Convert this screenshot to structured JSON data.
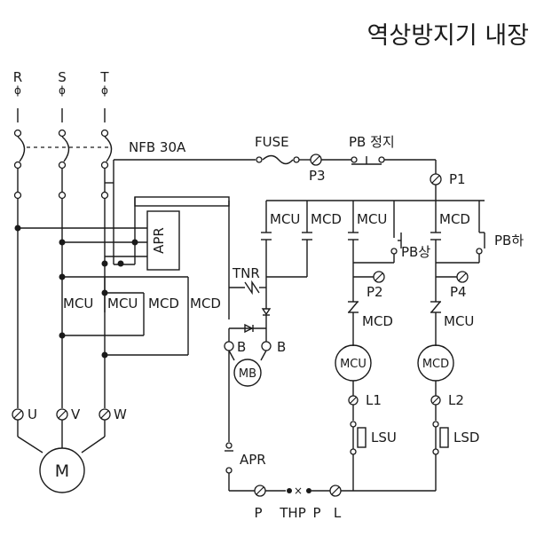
{
  "title": "역상방지기 내장",
  "phases": {
    "r": "R",
    "s": "S",
    "t": "T",
    "phi": "ϕ"
  },
  "breaker": "NFB 30A",
  "fuse": "FUSE",
  "stop_button": "PB 정지",
  "terminals": {
    "p1": "P1",
    "p2": "P2",
    "p3": "P3",
    "p4": "P4",
    "l1": "L1",
    "l2": "L2",
    "u": "U",
    "v": "V",
    "w": "W",
    "p_left": "P",
    "thp": "THP",
    "p_right": "P",
    "l": "L"
  },
  "relay": "APR",
  "apr_contact": "APR",
  "contacts": {
    "mcu": "MCU",
    "mcd": "MCD"
  },
  "tnr": "TNR",
  "brake_terminal": "B",
  "brake_coil": "MB",
  "coils": {
    "up": "MCU",
    "down": "MCD"
  },
  "pb_up": "PB상",
  "pb_down": "PB하",
  "limit_up": "LSU",
  "limit_down": "LSD",
  "motor": "M",
  "colors": {
    "line": "#1a1a1a",
    "background": "#ffffff"
  }
}
